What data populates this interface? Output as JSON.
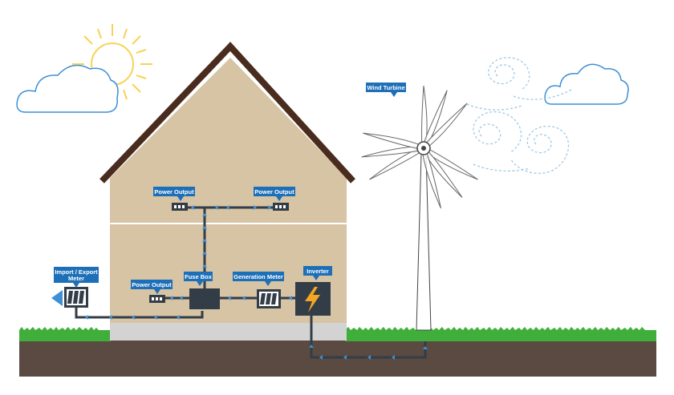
{
  "labels": {
    "wind_turbine": "Wind Turbine",
    "power_output_left": "Power Output",
    "power_output_right": "Power Output",
    "power_output_lower": "Power Output",
    "fuse_box": "Fuse Box",
    "generation_meter": "Generation Meter",
    "inverter": "Inverter",
    "import_export_line1": "Import / Export",
    "import_export_line2": "Meter"
  },
  "colors": {
    "label_bg": "#1d6fb8",
    "wall": "#d7c4a5",
    "roof": "#4a2c1e",
    "grass": "#3fae3a",
    "soil": "#5b4a42",
    "foundation": "#d3d3d3",
    "cable": "#333d47",
    "flow_arrow": "#3d8fd6",
    "sun": "#f7d25a",
    "wind_swirl": "#9fc9e6"
  },
  "icons": [
    "sun-icon",
    "cloud-icon",
    "wind-swirl-icon",
    "lightning-bolt-icon",
    "socket-icon",
    "meter-icon"
  ]
}
